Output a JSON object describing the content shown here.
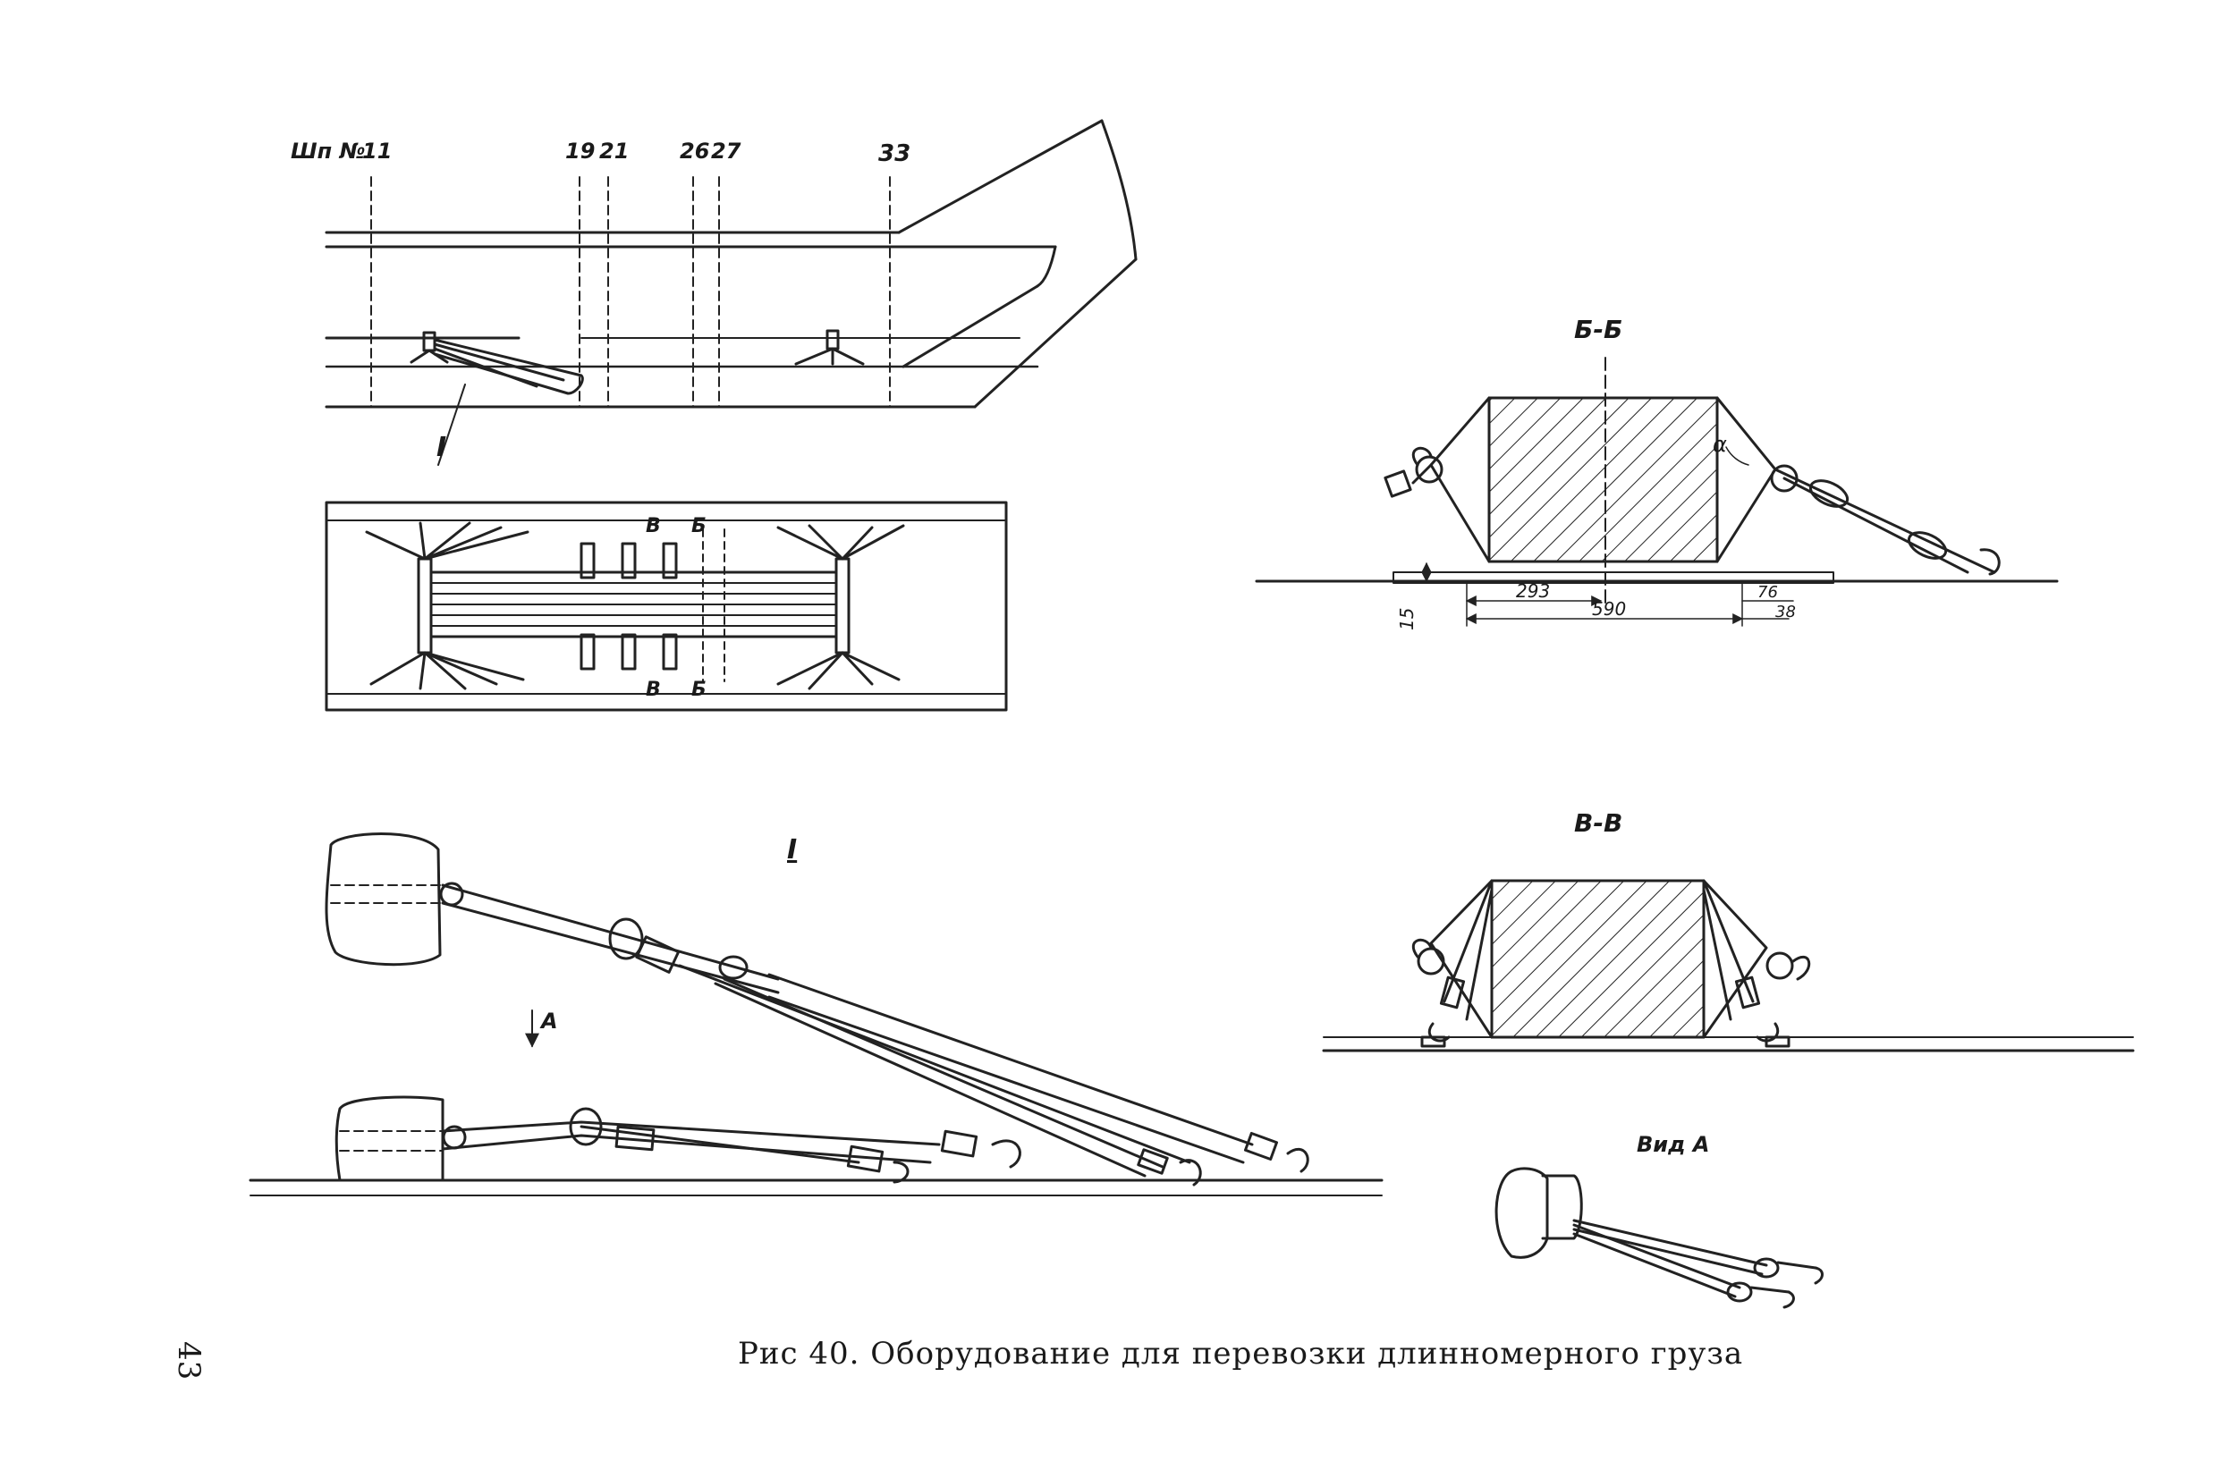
{
  "frame_labels": {
    "prefix": "Шп №",
    "f11": "11",
    "f19": "19",
    "f21": "21",
    "f26": "26",
    "f27": "27",
    "f33": "33"
  },
  "callout_I": "I",
  "plan_section_marks": {
    "v": "В",
    "b": "Б"
  },
  "section_bb": {
    "title": "Б-Б",
    "alpha": "α",
    "dims": {
      "d15": "15",
      "d293": "293",
      "d590": "590",
      "d76": "76",
      "d38": "38"
    }
  },
  "detail_I": {
    "title": "I",
    "arrow_label": "А"
  },
  "section_vv": {
    "title": "В-В"
  },
  "view_a": {
    "title": "Вид А"
  },
  "caption": "Рис  40. Оборудование для перевозки длинномерного груза",
  "page_number": "43"
}
